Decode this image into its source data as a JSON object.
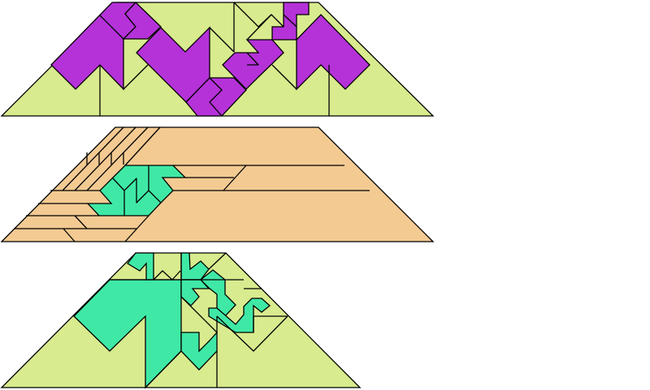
{
  "colors": {
    "green_light": "#d8eb8e",
    "purple": "#b532d9",
    "orange": "#f3ca92",
    "mint": "#3fec a5",
    "outline": "#000000"
  },
  "figures": [
    {
      "name": "top-dissection",
      "base_color": "green_light",
      "piece_color": "purple"
    },
    {
      "name": "middle-dissection",
      "base_color": "orange",
      "piece_color": "mint"
    },
    {
      "name": "bottom-dissection",
      "base_color": "green_light",
      "piece_color": "mint"
    }
  ]
}
